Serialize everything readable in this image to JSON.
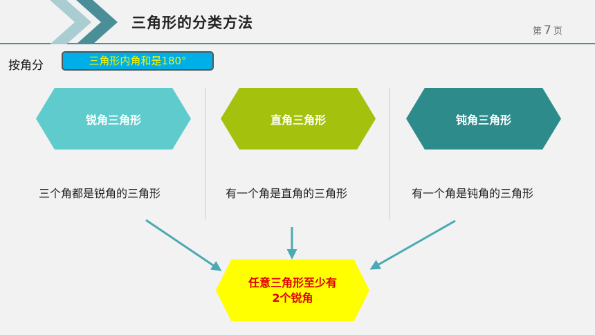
{
  "header": {
    "title": "三角形的分类方法",
    "page_prefix": "第",
    "page_number": "7",
    "page_suffix": "页"
  },
  "classification": {
    "label": "按角分",
    "angle_sum_note": "三角形内角和是180°"
  },
  "categories": [
    {
      "name": "锐角三角形",
      "definition": "三个角都是锐角的三角形"
    },
    {
      "name": "直角三角形",
      "definition": "有一个角是直角的三角形"
    },
    {
      "name": "钝角三角形",
      "definition": "有一个角是钝角的三角形"
    }
  ],
  "conclusion": {
    "text": "任意三角形至少有\n2个锐角"
  },
  "colors": {
    "acute": "#5fcbcd",
    "right": "#a4c10e",
    "obtuse": "#2e8b8c",
    "conclusion_fill": "#ffff00",
    "conclusion_text": "#e00000",
    "sum_box_fill": "#00aee8",
    "sum_box_text": "#f6f200",
    "accent_rule": "#4a8f98"
  }
}
